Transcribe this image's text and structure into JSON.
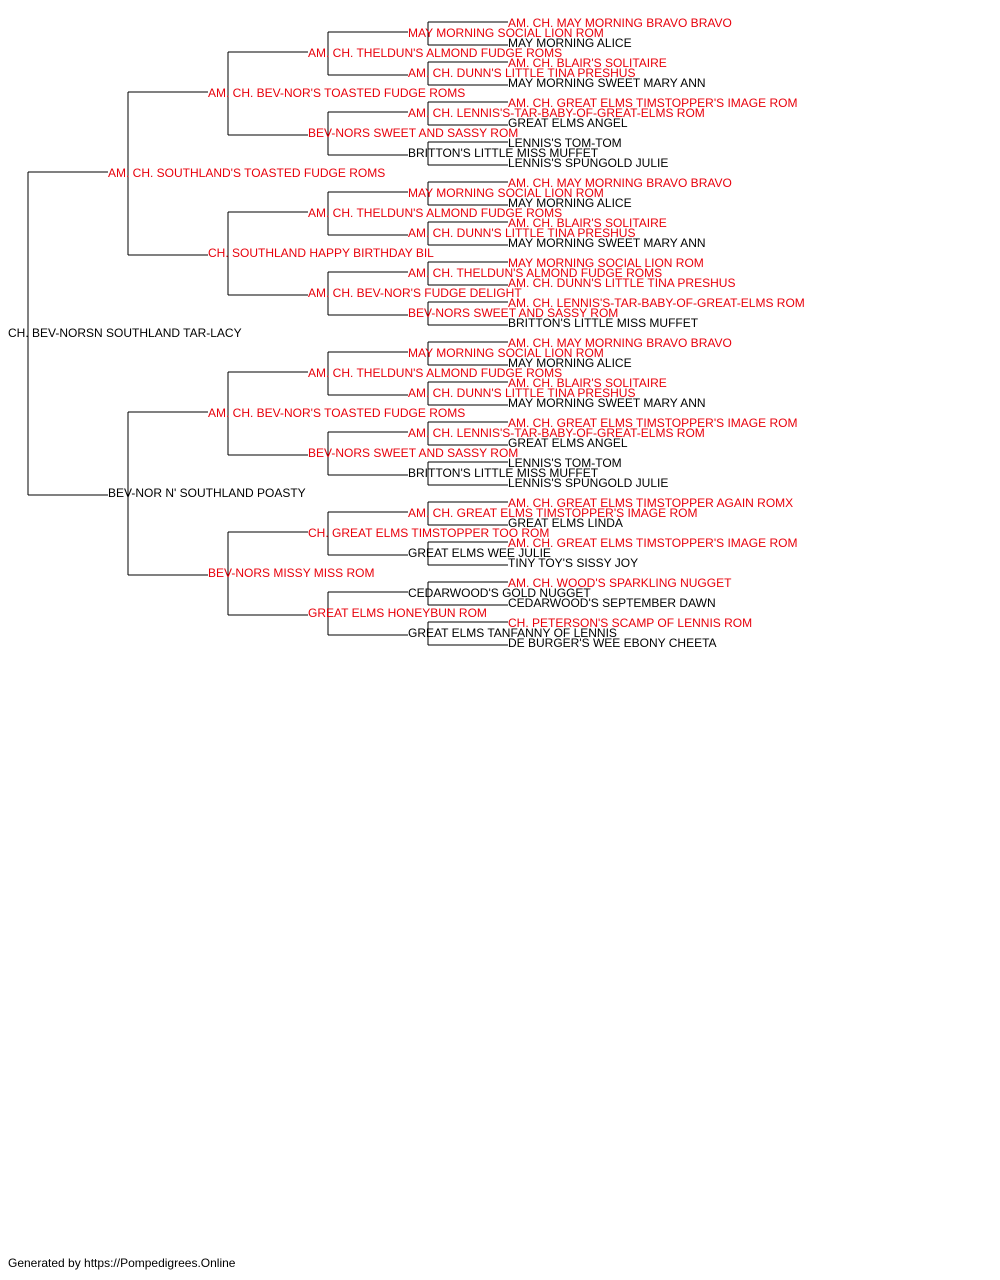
{
  "colors": {
    "champion": "#e8000b",
    "regular": "#000000",
    "line": "#000000"
  },
  "pedigree": {
    "name": "CH. BEV-NORSN SOUTHLAND TAR-LACY",
    "champion": false,
    "sire": {
      "name": "AM. CH. SOUTHLAND'S TOASTED FUDGE ROMS",
      "champion": true,
      "sire": {
        "name": "AM. CH. BEV-NOR'S TOASTED FUDGE ROMS",
        "champion": true,
        "sire": {
          "name": "AM. CH. THELDUN'S ALMOND FUDGE ROMS",
          "champion": true,
          "sire": {
            "name": "MAY MORNING SOCIAL LION ROM",
            "champion": true,
            "sire": {
              "name": "AM. CH. MAY MORNING BRAVO BRAVO",
              "champion": true
            },
            "dam": {
              "name": "MAY MORNING ALICE",
              "champion": false
            }
          },
          "dam": {
            "name": "AM. CH. DUNN'S LITTLE TINA PRESHUS",
            "champion": true,
            "sire": {
              "name": "AM. CH. BLAIR'S SOLITAIRE",
              "champion": true
            },
            "dam": {
              "name": "MAY MORNING SWEET MARY ANN",
              "champion": false
            }
          }
        },
        "dam": {
          "name": "BEV-NORS SWEET AND SASSY ROM",
          "champion": true,
          "sire": {
            "name": "AM. CH. LENNIS'S-TAR-BABY-OF-GREAT-ELMS ROM",
            "champion": true,
            "sire": {
              "name": "AM. CH. GREAT ELMS TIMSTOPPER'S IMAGE ROM",
              "champion": true
            },
            "dam": {
              "name": "GREAT ELMS ANGEL",
              "champion": false
            }
          },
          "dam": {
            "name": "BRITTON'S LITTLE MISS MUFFET",
            "champion": false,
            "sire": {
              "name": "LENNIS'S TOM-TOM",
              "champion": false
            },
            "dam": {
              "name": "LENNIS'S SPUNGOLD JULIE",
              "champion": false
            }
          }
        }
      },
      "dam": {
        "name": "CH. SOUTHLAND HAPPY BIRTHDAY BIL",
        "champion": true,
        "sire": {
          "name": "AM. CH. THELDUN'S ALMOND FUDGE ROMS",
          "champion": true,
          "sire": {
            "name": "MAY MORNING SOCIAL LION ROM",
            "champion": true,
            "sire": {
              "name": "AM. CH. MAY MORNING BRAVO BRAVO",
              "champion": true
            },
            "dam": {
              "name": "MAY MORNING ALICE",
              "champion": false
            }
          },
          "dam": {
            "name": "AM. CH. DUNN'S LITTLE TINA PRESHUS",
            "champion": true,
            "sire": {
              "name": "AM. CH. BLAIR'S SOLITAIRE",
              "champion": true
            },
            "dam": {
              "name": "MAY MORNING SWEET MARY ANN",
              "champion": false
            }
          }
        },
        "dam": {
          "name": "AM. CH. BEV-NOR'S FUDGE DELIGHT",
          "champion": true,
          "sire": {
            "name": "AM. CH. THELDUN'S ALMOND FUDGE ROMS",
            "champion": true,
            "sire": {
              "name": "MAY MORNING SOCIAL LION ROM",
              "champion": true
            },
            "dam": {
              "name": "AM. CH. DUNN'S LITTLE TINA PRESHUS",
              "champion": true
            }
          },
          "dam": {
            "name": "BEV-NORS SWEET AND SASSY ROM",
            "champion": true,
            "sire": {
              "name": "AM. CH. LENNIS'S-TAR-BABY-OF-GREAT-ELMS ROM",
              "champion": true
            },
            "dam": {
              "name": "BRITTON'S LITTLE MISS MUFFET",
              "champion": false
            }
          }
        }
      }
    },
    "dam": {
      "name": "BEV-NOR N' SOUTHLAND POASTY",
      "champion": false,
      "sire": {
        "name": "AM. CH. BEV-NOR'S TOASTED FUDGE ROMS",
        "champion": true,
        "sire": {
          "name": "AM. CH. THELDUN'S ALMOND FUDGE ROMS",
          "champion": true,
          "sire": {
            "name": "MAY MORNING SOCIAL LION ROM",
            "champion": true,
            "sire": {
              "name": "AM. CH. MAY MORNING BRAVO BRAVO",
              "champion": true
            },
            "dam": {
              "name": "MAY MORNING ALICE",
              "champion": false
            }
          },
          "dam": {
            "name": "AM. CH. DUNN'S LITTLE TINA PRESHUS",
            "champion": true,
            "sire": {
              "name": "AM. CH. BLAIR'S SOLITAIRE",
              "champion": true
            },
            "dam": {
              "name": "MAY MORNING SWEET MARY ANN",
              "champion": false
            }
          }
        },
        "dam": {
          "name": "BEV-NORS SWEET AND SASSY ROM",
          "champion": true,
          "sire": {
            "name": "AM. CH. LENNIS'S-TAR-BABY-OF-GREAT-ELMS ROM",
            "champion": true,
            "sire": {
              "name": "AM. CH. GREAT ELMS TIMSTOPPER'S IMAGE ROM",
              "champion": true
            },
            "dam": {
              "name": "GREAT ELMS ANGEL",
              "champion": false
            }
          },
          "dam": {
            "name": "BRITTON'S LITTLE MISS MUFFET",
            "champion": false,
            "sire": {
              "name": "LENNIS'S TOM-TOM",
              "champion": false
            },
            "dam": {
              "name": "LENNIS'S SPUNGOLD JULIE",
              "champion": false
            }
          }
        }
      },
      "dam": {
        "name": "BEV-NORS MISSY MISS ROM",
        "champion": true,
        "sire": {
          "name": "CH. GREAT ELMS TIMSTOPPER TOO ROM",
          "champion": true,
          "sire": {
            "name": "AM. CH. GREAT ELMS TIMSTOPPER'S IMAGE ROM",
            "champion": true,
            "sire": {
              "name": "AM. CH. GREAT ELMS TIMSTOPPER AGAIN ROMX",
              "champion": true
            },
            "dam": {
              "name": "GREAT ELMS LINDA",
              "champion": false
            }
          },
          "dam": {
            "name": "GREAT ELMS WEE JULIE",
            "champion": false,
            "sire": {
              "name": "AM. CH. GREAT ELMS TIMSTOPPER'S IMAGE ROM",
              "champion": true
            },
            "dam": {
              "name": "TINY TOY'S SISSY JOY",
              "champion": false
            }
          }
        },
        "dam": {
          "name": "GREAT ELMS HONEYBUN ROM",
          "champion": true,
          "sire": {
            "name": "CEDARWOOD'S GOLD NUGGET",
            "champion": false,
            "sire": {
              "name": "AM. CH. WOOD'S SPARKLING NUGGET",
              "champion": true
            },
            "dam": {
              "name": "CEDARWOOD'S SEPTEMBER DAWN",
              "champion": false
            }
          },
          "dam": {
            "name": "GREAT ELMS TANFANNY OF LENNIS",
            "champion": false,
            "sire": {
              "name": "CH. PETERSON'S SCAMP OF LENNIS ROM",
              "champion": true
            },
            "dam": {
              "name": "DE BURGER'S WEE EBONY CHEETA",
              "champion": false
            }
          }
        }
      }
    }
  },
  "footer": {
    "text": "Generated by https://Pompedigrees.Online"
  }
}
